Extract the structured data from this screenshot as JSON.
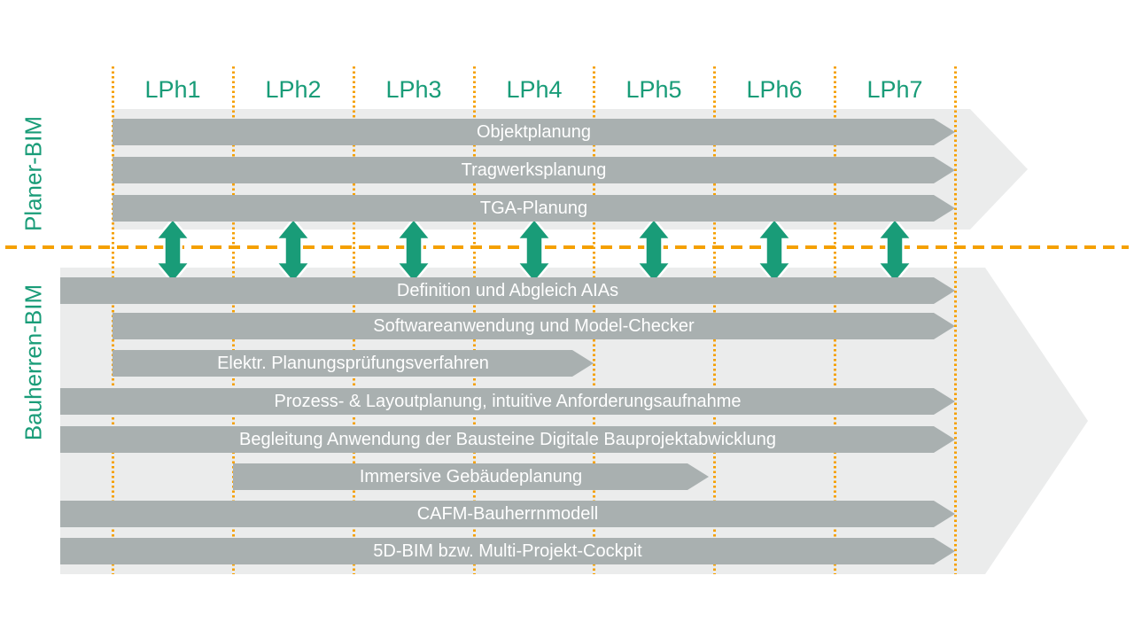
{
  "diagram": {
    "type": "phase-timeline",
    "columns": {
      "labels": [
        "LPh1",
        "LPh2",
        "LPh3",
        "LPh4",
        "LPh5",
        "LPh6",
        "LPh7"
      ]
    },
    "sections": {
      "planer": {
        "label": "Planer-BIM",
        "rows": [
          {
            "label": "Objektplanung",
            "start_phase": "LPh1",
            "end_phase": "LPh7"
          },
          {
            "label": "Tragwerksplanung",
            "start_phase": "LPh1",
            "end_phase": "LPh7"
          },
          {
            "label": "TGA-Planung",
            "start_phase": "LPh1",
            "end_phase": "LPh7"
          }
        ]
      },
      "bauherren": {
        "label": "Bauherren-BIM",
        "rows": [
          {
            "label": "Definition und Abgleich AIAs",
            "start_phase": "before LPh1",
            "end_phase": "LPh7"
          },
          {
            "label": "Softwareanwendung und Model-Checker",
            "start_phase": "LPh1",
            "end_phase": "LPh7"
          },
          {
            "label": "Elektr. Planungsprüfungsverfahren",
            "start_phase": "LPh1",
            "end_phase": "LPh4"
          },
          {
            "label": "Prozess- & Layoutplanung, intuitive Anforderungsaufnahme",
            "start_phase": "before LPh1",
            "end_phase": "LPh7"
          },
          {
            "label": "Begleitung Anwendung der Bausteine Digitale Bauprojektabwicklung",
            "start_phase": "before LPh1",
            "end_phase": "LPh7"
          },
          {
            "label": "Immersive Gebäudeplanung",
            "start_phase": "LPh2",
            "end_phase": "LPh5"
          },
          {
            "label": "CAFM-Bauherrnmodell",
            "start_phase": "before LPh1",
            "end_phase": "LPh7"
          },
          {
            "label": "5D-BIM bzw. Multi-Projekt-Cockpit",
            "start_phase": "before LPh1",
            "end_phase": "LPh7"
          }
        ]
      }
    },
    "colors": {
      "teal": "#199c78",
      "bar_gray": "#a9b0b0",
      "background_gray": "#ebecec",
      "orange": "#f5a000",
      "bar_text": "#ffffff",
      "page_background": "#ffffff"
    }
  }
}
